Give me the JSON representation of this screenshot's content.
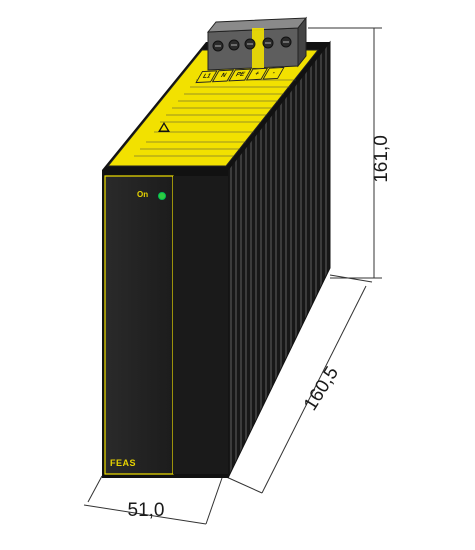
{
  "product": {
    "brand": "FEAS",
    "status_label": "On",
    "terminals": [
      "L1",
      "N",
      "PE",
      "+",
      "-"
    ],
    "colors": {
      "body": "#1e1e1e",
      "fin_dark": "#151515",
      "fin_light": "#3a3a3a",
      "label_yellow": "#f2e100",
      "led_green": "#2ecc40",
      "terminal_grey": "#6b6b6b"
    }
  },
  "dimensions": {
    "height": "161,0",
    "depth": "160,5",
    "width": "51,0"
  }
}
